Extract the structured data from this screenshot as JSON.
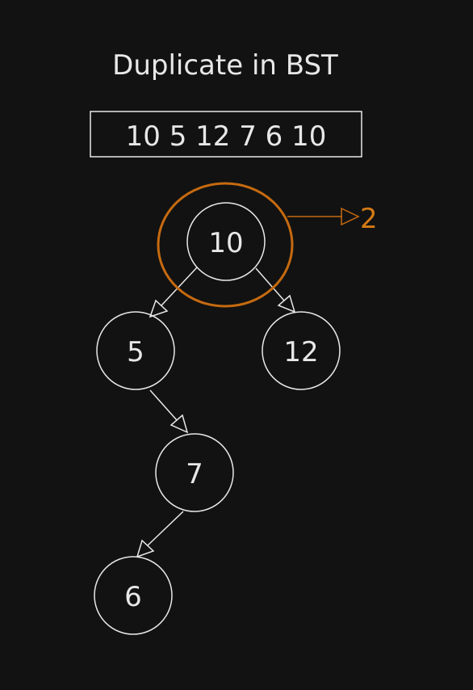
{
  "title": "Duplicate in BST",
  "sequence": {
    "text": "10  5  12  7  6  10"
  },
  "tree": {
    "nodes": [
      {
        "id": "n10",
        "label": "10"
      },
      {
        "id": "n5",
        "label": "5"
      },
      {
        "id": "n12",
        "label": "12"
      },
      {
        "id": "n7",
        "label": "7"
      },
      {
        "id": "n6",
        "label": "6"
      }
    ],
    "edges": [
      {
        "from": "n10",
        "to": "n5"
      },
      {
        "from": "n10",
        "to": "n12"
      },
      {
        "from": "n5",
        "to": "n7"
      },
      {
        "from": "n7",
        "to": "n6"
      }
    ],
    "highlight": {
      "node": "n10",
      "count": "2",
      "color": "#c56a10"
    }
  }
}
